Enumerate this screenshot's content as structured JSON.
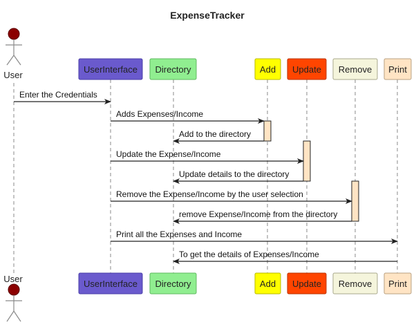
{
  "title": "ExpenseTracker",
  "actor": {
    "label": "User",
    "head_color": "#8b0000"
  },
  "participants": [
    {
      "id": "ui",
      "label": "UserInterface",
      "fill": "#6a5acd",
      "stroke": "#4b3fa8"
    },
    {
      "id": "dir",
      "label": "Directory",
      "fill": "#90ee90",
      "stroke": "#5fb85f"
    },
    {
      "id": "add",
      "label": "Add",
      "fill": "#ffff00",
      "stroke": "#b8b800"
    },
    {
      "id": "update",
      "label": "Update",
      "fill": "#ff4500",
      "stroke": "#b83200"
    },
    {
      "id": "remove",
      "label": "Remove",
      "fill": "#f5f5dc",
      "stroke": "#a8a88c"
    },
    {
      "id": "print",
      "label": "Print",
      "fill": "#ffe4c4",
      "stroke": "#b8a080"
    }
  ],
  "messages": [
    {
      "from": "user",
      "to": "ui",
      "label": "Enter the Credentials"
    },
    {
      "from": "ui",
      "to": "add",
      "label": "Adds Expenses/Income"
    },
    {
      "from": "add",
      "to": "dir",
      "label": "Add to the directory"
    },
    {
      "from": "ui",
      "to": "update",
      "label": "Update the Expense/Income"
    },
    {
      "from": "update",
      "to": "dir",
      "label": "Update details to the directory"
    },
    {
      "from": "ui",
      "to": "remove",
      "label": "Remove the Expense/Income by the user selection"
    },
    {
      "from": "remove",
      "to": "dir",
      "label": "remove Expense/Income from the directory"
    },
    {
      "from": "ui",
      "to": "print",
      "label": "Print all the Expenses and Income"
    },
    {
      "from": "print",
      "to": "dir",
      "label": "To get the details of Expenses/Income"
    }
  ],
  "activations": [
    {
      "participant": "add"
    },
    {
      "participant": "update"
    },
    {
      "participant": "remove"
    }
  ],
  "activation_color": "#ffe4c4"
}
